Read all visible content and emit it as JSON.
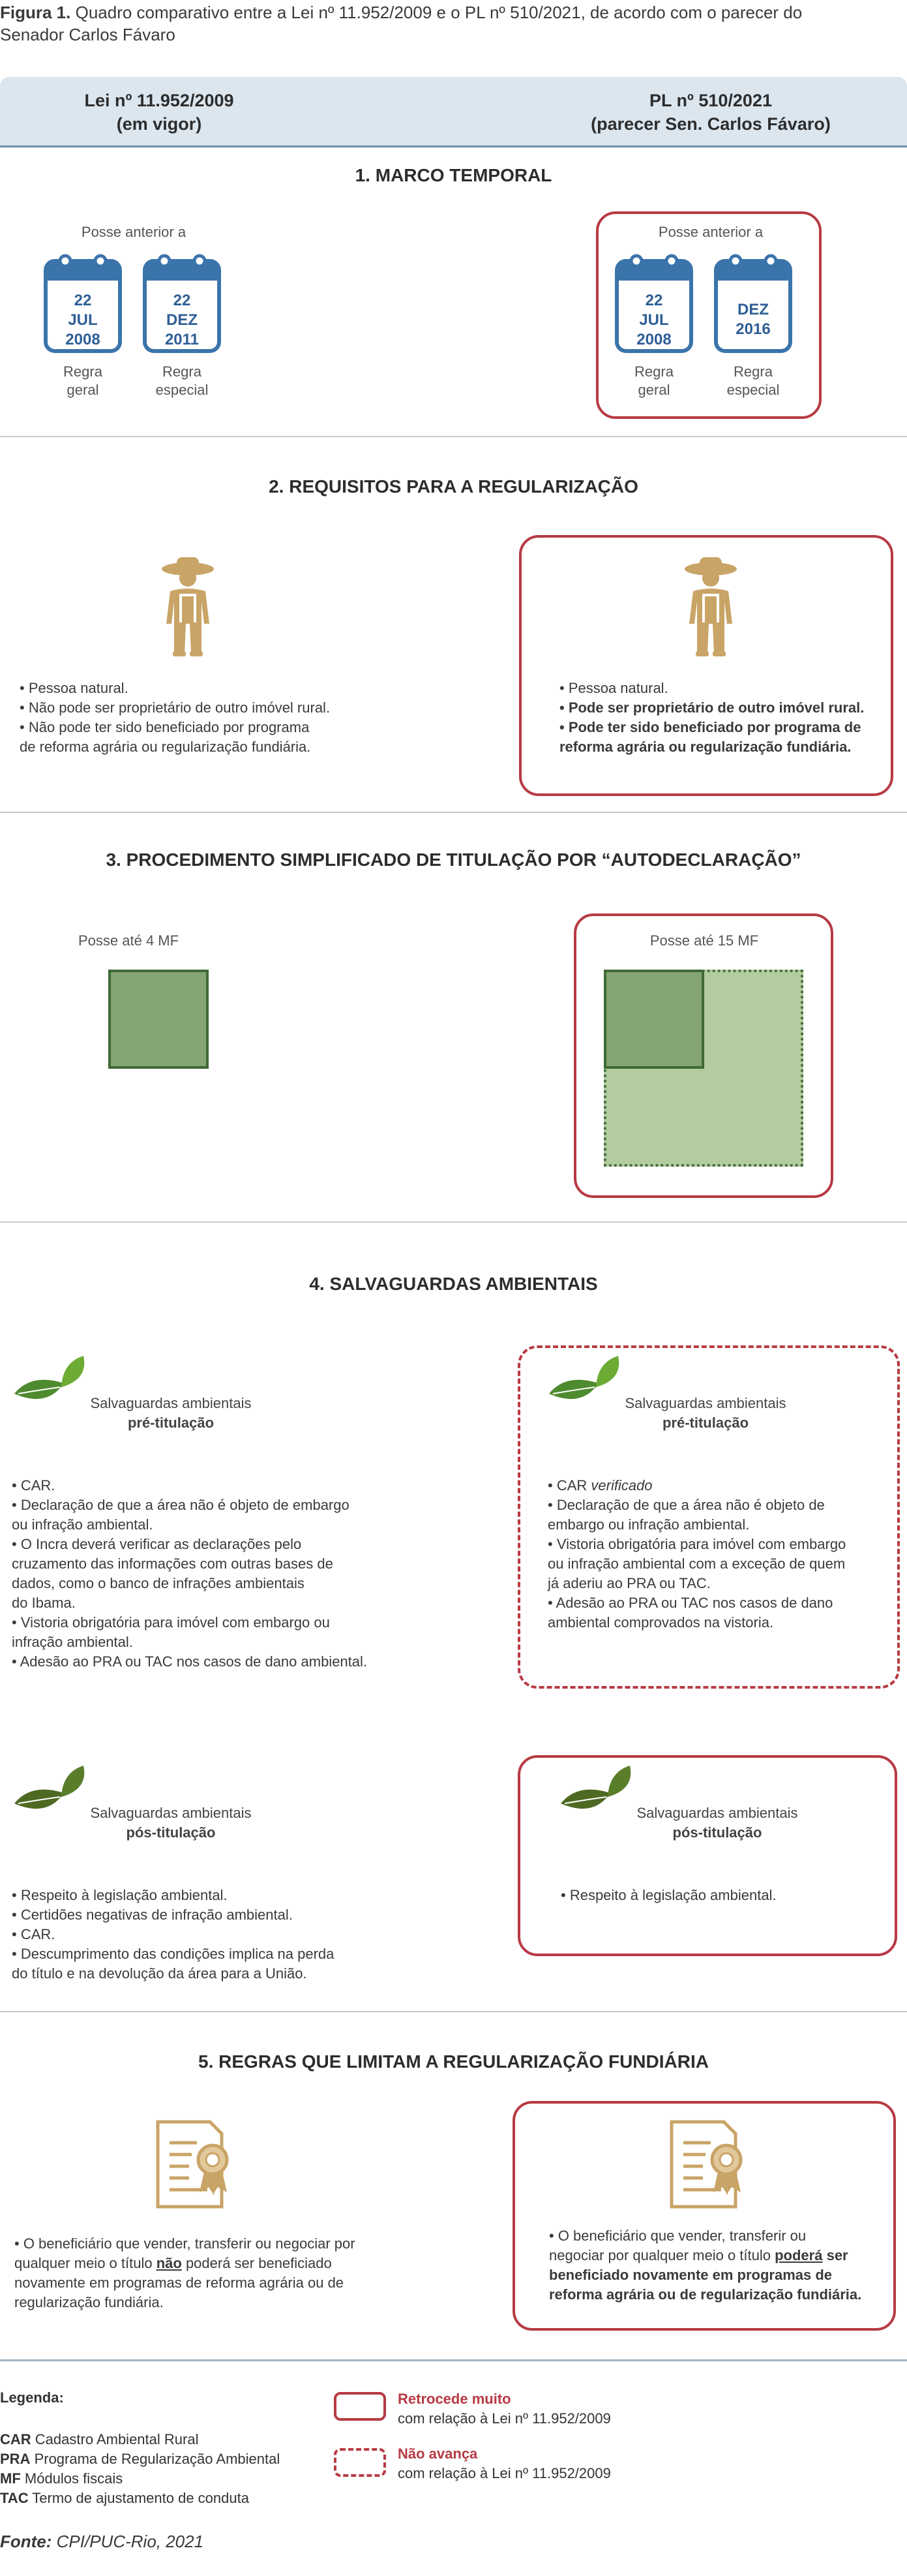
{
  "figure": {
    "label": "Figura 1.",
    "title_line1": "Quadro comparativo entre a Lei nº 11.952/2009 e o PL nº 510/2021, de acordo com o parecer do",
    "title_line2": "Senador Carlos Fávaro"
  },
  "header": {
    "left": "Lei nº 11.952/2009\n(em vigor)",
    "right": "PL nº 510/2021\n(parecer Sen. Carlos Fávaro)"
  },
  "s1": {
    "title": "1. MARCO TEMPORAL",
    "left_caption": "Posse anterior a",
    "right_caption": "Posse anterior a",
    "left_cals": [
      {
        "d": "22",
        "m": "JUL",
        "y": "2008",
        "label": "Regra\ngeral"
      },
      {
        "d": "22",
        "m": "DEZ",
        "y": "2011",
        "label": "Regra\nespecial"
      }
    ],
    "right_cals": [
      {
        "d": "22",
        "m": "JUL",
        "y": "2008",
        "label": "Regra\ngeral"
      },
      {
        "d": "",
        "m": "DEZ",
        "y": "2016",
        "label": "Regra\nespecial"
      }
    ]
  },
  "s2": {
    "title": "2. REQUISITOS PARA A REGULARIZAÇÃO",
    "left": [
      "• Pessoa natural.",
      "• Não pode ser proprietário de outro imóvel rural.",
      "• Não pode ter sido beneficiado por programa\nde reforma agrária ou regularização fundiária."
    ],
    "right_plain": "• Pessoa natural.",
    "right_bold": [
      "• Pode ser proprietário de outro imóvel rural.",
      "• Pode ter sido beneficiado por programa de\nreforma agrária ou regularização fundiária."
    ]
  },
  "s3": {
    "title": "3. PROCEDIMENTO SIMPLIFICADO DE TITULAÇÃO POR “AUTODECLARAÇÃO”",
    "left_caption": "Posse até 4 MF",
    "right_caption": "Posse até 15 MF"
  },
  "s4": {
    "title": "4. SALVAGUARDAS AMBIENTAIS",
    "pre_label": "Salvaguardas ambientais",
    "pre_bold": "pré-titulação",
    "pos_label": "Salvaguardas ambientais",
    "pos_bold": "pós-titulação",
    "pre_left": [
      "• CAR.",
      "• Declaração de que a área não é objeto de embargo\nou infração ambiental.",
      "• O Incra deverá verificar as declarações pelo\ncruzamento das informações com outras bases de\ndados, como o banco de infrações ambientais\ndo Ibama.",
      "• Vistoria obrigatória para imóvel com embargo ou\ninfração ambiental.",
      "• Adesão ao PRA ou TAC nos casos de dano ambiental."
    ],
    "pre_right_car": "• CAR ",
    "pre_right_car_italic": "verificado",
    "pre_right": [
      "• Declaração de que a área não é objeto de\nembargo ou infração ambiental.",
      "• Vistoria obrigatória para imóvel com embargo\nou infração ambiental com a exceção de quem\njá aderiu ao PRA ou TAC.",
      "• Adesão ao PRA ou TAC nos casos de dano\nambiental comprovados na vistoria."
    ],
    "pos_left": [
      "• Respeito à legislação ambiental.",
      "• Certidões negativas de infração ambiental.",
      "• CAR.",
      "• Descumprimento das condições implica na perda\ndo título e na devolução da área para a União."
    ],
    "pos_right": [
      "• Respeito à legislação ambiental."
    ]
  },
  "s5": {
    "title": "5. REGRAS QUE LIMITAM A REGULARIZAÇÃO FUNDIÁRIA",
    "left_a": "• O beneficiário que vender, transferir ou negociar por\nqualquer meio o título ",
    "left_u": "não",
    "left_b": " poderá ser beneficiado\nnovamente em programas de reforma agrária ou de\nregularização fundiária.",
    "right_a": "• O beneficiário que vender, transferir ou\nnegociar por qualquer meio o título ",
    "right_u": "poderá",
    "right_b": " ser\nbeneficiado novamente em programas de\nreforma agrária ou de regularização fundiária."
  },
  "legend": {
    "title": "Legenda:",
    "items": [
      {
        "abbr": "CAR",
        "desc": " Cadastro Ambiental Rural"
      },
      {
        "abbr": "PRA",
        "desc": " Programa de Regularização Ambiental"
      },
      {
        "abbr": "MF",
        "desc": " Módulos fiscais"
      },
      {
        "abbr": "TAC",
        "desc": " Termo de ajustamento de conduta"
      }
    ],
    "solid_title": "Retrocede muito",
    "solid_desc": "com relação à Lei nº 11.952/2009",
    "dash_title": "Não avança",
    "dash_desc": "com relação à Lei nº 11.952/2009"
  },
  "source": {
    "label": "Fonte:",
    "text": " CPI/PUC-Rio, 2021"
  },
  "colors": {
    "red": "#b73a44",
    "calendar_blue": "#3b74ab",
    "calendar_text": "#2f5f96",
    "green_dark": "#84a573",
    "green_light": "#b3cba0",
    "farmer": "#c9a467",
    "header_bg": "#dbe6ef"
  }
}
